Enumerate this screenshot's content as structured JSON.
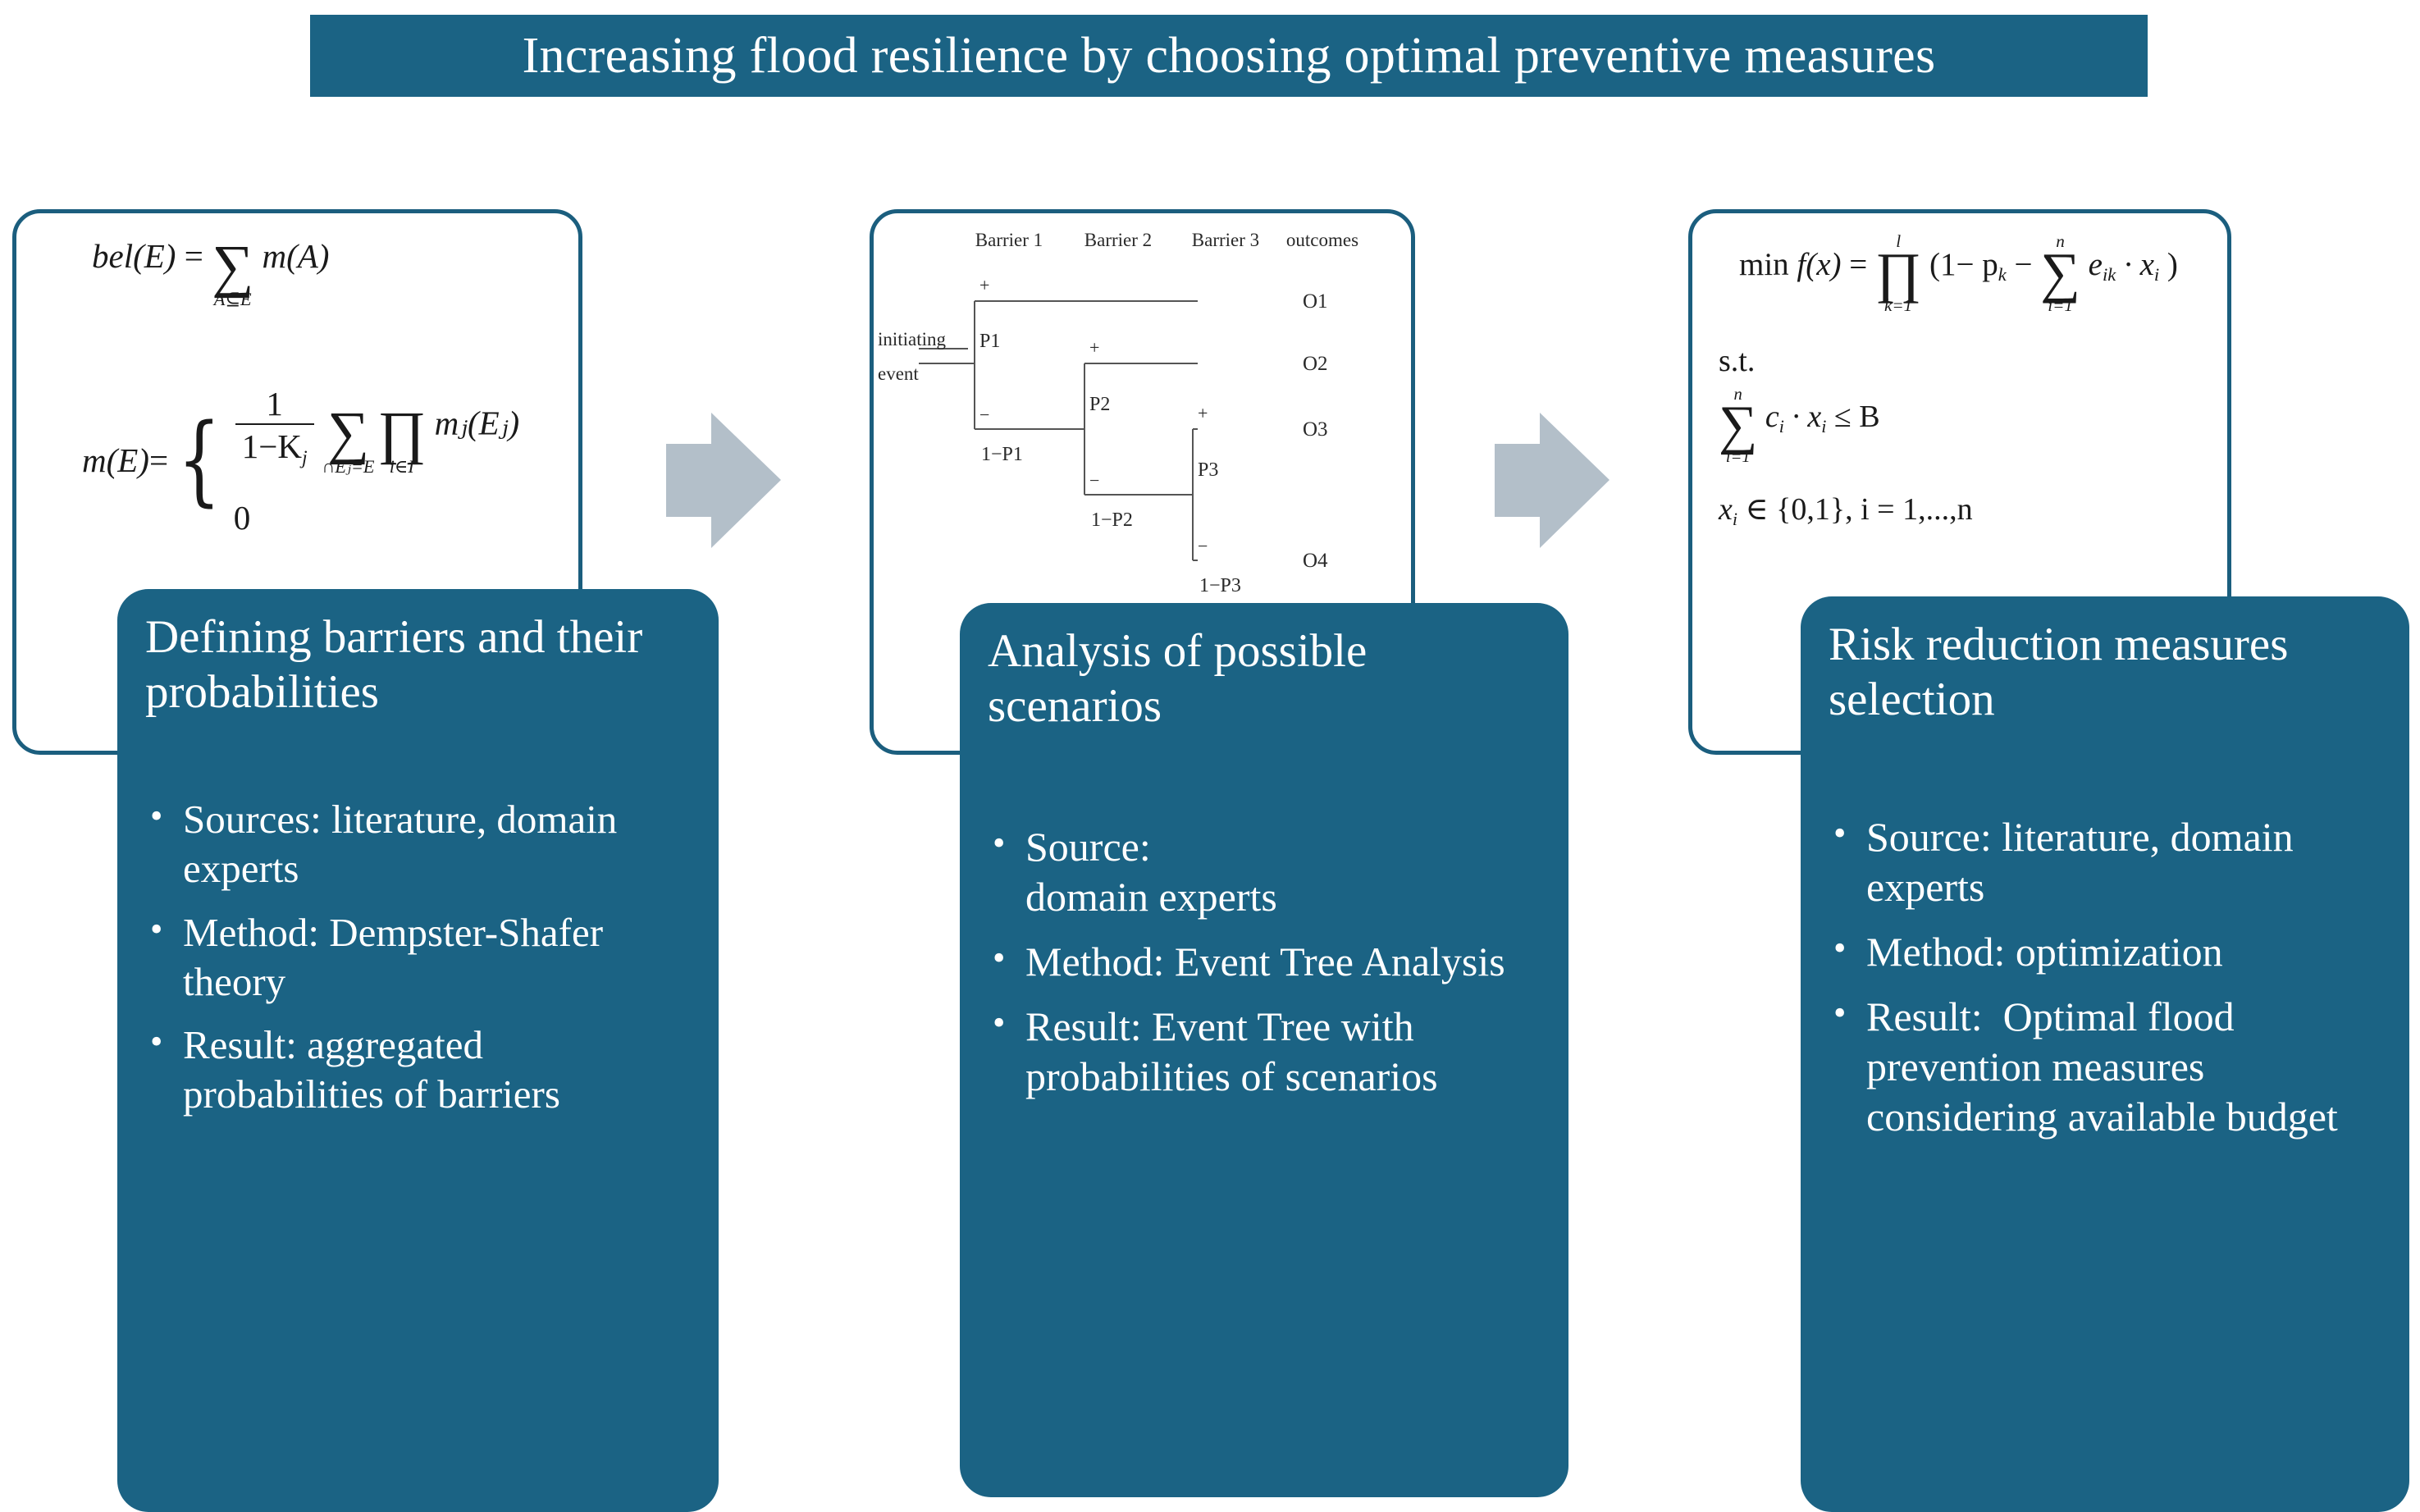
{
  "title": {
    "text": "Increasing flood resilience by choosing optimal preventive measures",
    "banner_color": "#1b6384"
  },
  "colors": {
    "teal": "#1b6384",
    "card_border": "#1b5e7e",
    "arrow_gray": "#b3bfc9",
    "white": "#ffffff"
  },
  "steps": [
    {
      "id": "step-1",
      "heading": "Defining barriers and their probabilities",
      "bullets": [
        "Sources: literature, domain experts",
        "Method: Dempster-Shafer theory",
        "Result: aggregated probabilities of barriers"
      ],
      "formula_kind": "dempster-shafer-equations",
      "formula_text": [
        "bel(E) = ∑_{A⊆E} m(A)",
        "m(E) = { 1/(1−K_j) ∑_{∩E_j=E} ∏_{i∈I} m_j(E_j) , 0 }"
      ]
    },
    {
      "id": "step-2",
      "heading": "Analysis of possible scenarios",
      "bullets": [
        "Source:\ndomain experts",
        "Method: Event Tree Analysis",
        "Result: Event Tree with probabilities of scenarios"
      ],
      "formula_kind": "event-tree-diagram"
    },
    {
      "id": "step-3",
      "heading": "Risk reduction measures   selection",
      "bullets": [
        "Source: literature, domain experts",
        "Method: optimization",
        "Result:  Optimal flood prevention measures considering available budget"
      ],
      "formula_kind": "optimization-model",
      "formula_text": [
        "min f(x) = ∏_{k=1}^{l} (1 − p_k − ∑_{i=1}^{n} e_ik · x_i)",
        "s.t.",
        "∑_{i=1}^{n} c_i · x_i ≤ B",
        "x_i ∈ {0,1}, i = 1,...,n"
      ]
    }
  ],
  "event_tree": {
    "column_headers": [
      "Barrier 1",
      "Barrier 2",
      "Barrier 3",
      "outcomes"
    ],
    "entry_label_line1": "initiating",
    "entry_label_line2": "event",
    "branch_probabilities": [
      "P1",
      "P2",
      "P3"
    ],
    "complement_probabilities": [
      "1−P1",
      "1−P2",
      "1−P3"
    ],
    "success_marker": "+",
    "failure_marker": "−",
    "outcomes": [
      "O1",
      "O2",
      "O3",
      "O4"
    ]
  },
  "formulas": {
    "bel_lhs": "bel(E)",
    "bel_eq": "=",
    "bel_sum_limit": "A⊆E",
    "bel_rhs": "m(A)",
    "mass_lhs": "m(E)",
    "mass_eq": "=",
    "mass_num": "1",
    "mass_den_a": "1−K",
    "mass_den_sub": "j",
    "mass_sum_limit": "∩Eⱼ=E",
    "mass_prod_limit": "i∈I",
    "mass_rhs": "mⱼ(Eⱼ)",
    "mass_case_zero": "0",
    "min_prefix": "min",
    "min_fx": "f(x)",
    "min_eq": "=",
    "prod_upper": "l",
    "prod_lower": "k=1",
    "min_body_a": "(1− p",
    "min_body_k": "k",
    "min_body_minus": "−",
    "sum_upper": "n",
    "sum_lower": "i=1",
    "min_body_e": "e",
    "min_body_ik": "ik",
    "min_body_dot": "· x",
    "min_body_i": "i",
    "min_body_close": ")",
    "st_label": "s.t.",
    "budget_sum_upper": "n",
    "budget_sum_lower": "i=1",
    "budget_body": "c",
    "budget_sub_i": "i",
    "budget_dot": "· x",
    "budget_le": "≤ B",
    "binary_x": "x",
    "binary_sub": "i",
    "binary_rest": "∈ {0,1}, i = 1,...,n"
  },
  "arrows": {
    "arrow_1_name": "flow-arrow-step1-to-step2",
    "arrow_2_name": "flow-arrow-step2-to-step3",
    "direction": "right"
  }
}
